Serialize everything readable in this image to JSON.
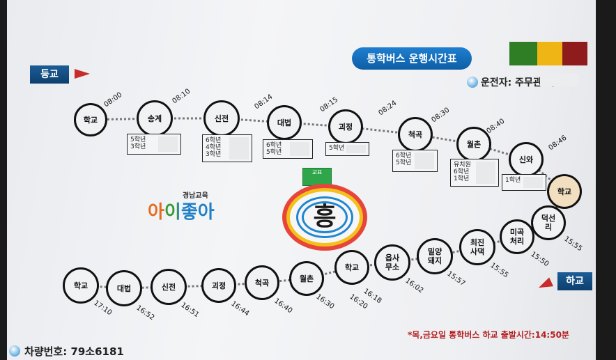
{
  "title": "통학버스 운행시간표",
  "driver": {
    "label": "운전자:",
    "value": "주무관 백"
  },
  "vehicle": {
    "label": "차량번호:",
    "value": "79소6181"
  },
  "to_school_tag": "등교",
  "from_school_tag": "하교",
  "logo": {
    "sub": "경남교육",
    "main": "아이좋아"
  },
  "emblem": {
    "label": "교표",
    "glyph": "흥"
  },
  "note": "*목,금요일 통학버스 하교 출발시간:14:50분",
  "colors": {
    "flag": [
      "#2f7d24",
      "#efb514",
      "#8e1c1c"
    ],
    "accent": "#0d5ea6",
    "note": "#b41f1f"
  },
  "morning": [
    {
      "name": "학교",
      "time": "08:00",
      "grades": []
    },
    {
      "name": "송계",
      "time": "08:10",
      "grades": [
        "5학년",
        "3학년"
      ]
    },
    {
      "name": "신전",
      "time": "08:14",
      "grades": [
        "6학년",
        "4학년",
        "3학년"
      ]
    },
    {
      "name": "대법",
      "time": "08:15",
      "grades": [
        "6학년",
        "5학년"
      ]
    },
    {
      "name": "괴정",
      "time": "08:24",
      "grades": [
        "5학년"
      ]
    },
    {
      "name": "척곡",
      "time": "08:30",
      "grades": [
        "6학년",
        "5학년"
      ]
    },
    {
      "name": "월촌",
      "time": "08:40",
      "grades": [
        "유치원",
        "6학년",
        "1학년"
      ]
    },
    {
      "name": "신와",
      "time": "08:46",
      "grades": [
        "1학년"
      ]
    },
    {
      "name": "학교",
      "time": "",
      "grades": []
    }
  ],
  "afternoon": [
    {
      "name": "덕선\n리",
      "time": "15:55"
    },
    {
      "name": "미곡\n처리",
      "time": "15:50"
    },
    {
      "name": "최진\n사댁",
      "time": "15:55"
    },
    {
      "name": "밀양\n돼지",
      "time": "15:57"
    },
    {
      "name": "읍사\n무소",
      "time": "16:02"
    },
    {
      "name": "학교",
      "time": "16:18",
      "time2": "16:20"
    },
    {
      "name": "월촌",
      "time": "16:30"
    },
    {
      "name": "척곡",
      "time": "16:40"
    },
    {
      "name": "괴정",
      "time": "16:44"
    },
    {
      "name": "신전",
      "time": "16:51"
    },
    {
      "name": "대법",
      "time": "16:52"
    },
    {
      "name": "학교",
      "time": "17:10"
    }
  ]
}
